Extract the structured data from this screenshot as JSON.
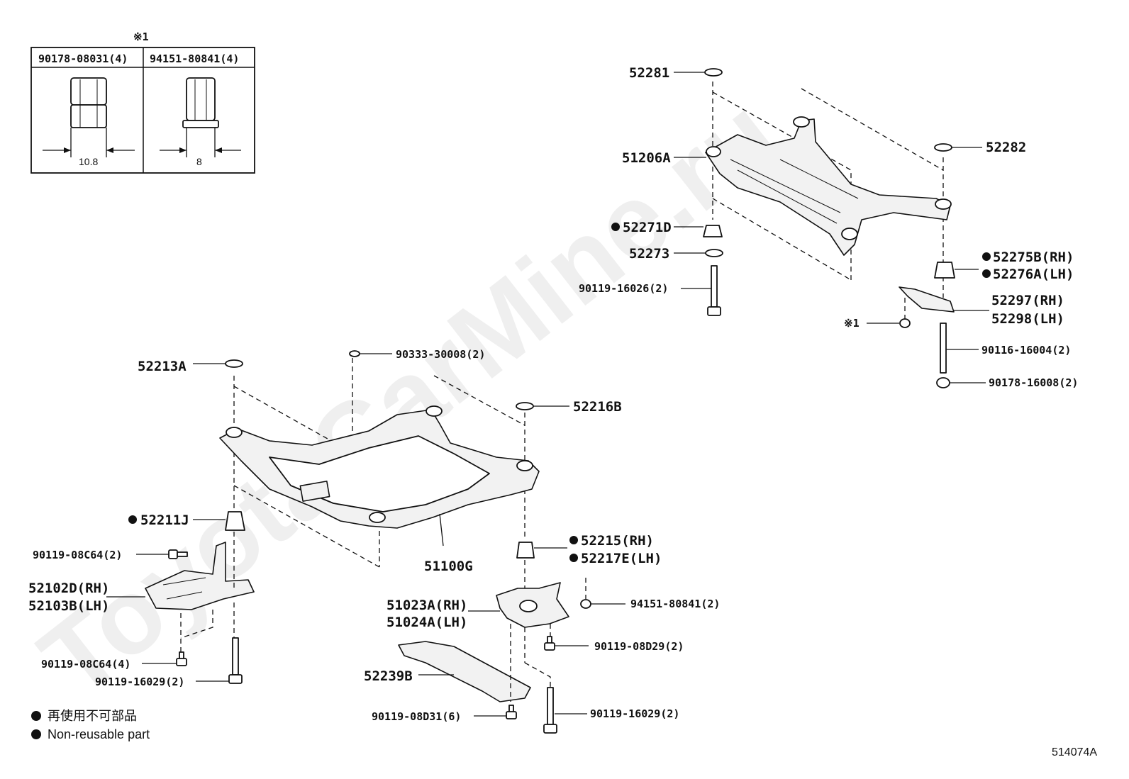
{
  "watermark": "ToyotaCarMine.ru",
  "note_mark": "※1",
  "fastener_table": {
    "col1_header": "90178-08031(4)",
    "col2_header": "94151-80841(4)",
    "col1_dim": "10.8",
    "col2_dim": "8"
  },
  "labels": {
    "p52281": "52281",
    "p51206A": "51206A",
    "p52282": "52282",
    "p52271D": "52271D",
    "p52273": "52273",
    "p90119_16026": "90119-16026(2)",
    "p52275B": "52275B(RH)",
    "p52276A": "52276A(LH)",
    "p52297": "52297(RH)",
    "p52298": "52298(LH)",
    "note1": "※1",
    "p90116_16004": "90116-16004(2)",
    "p90178_16008": "90178-16008(2)",
    "p52213A": "52213A",
    "p90333_30008": "90333-30008(2)",
    "p52216B": "52216B",
    "p52211J": "52211J",
    "p90119_08C64_2": "90119-08C64(2)",
    "p51100G": "51100G",
    "p52215": "52215(RH)",
    "p52217E": "52217E(LH)",
    "p52102D": "52102D(RH)",
    "p52103B": "52103B(LH)",
    "p51023A": "51023A(RH)",
    "p51024A": "51024A(LH)",
    "p94151_80841_2": "94151-80841(2)",
    "p90119_08D29": "90119-08D29(2)",
    "p90119_08C64_4": "90119-08C64(4)",
    "p90119_16029_left": "90119-16029(2)",
    "p52239B": "52239B",
    "p90119_08D31": "90119-08D31(6)",
    "p90119_16029_right": "90119-16029(2)"
  },
  "legend": {
    "jp": "再使用不可部品",
    "en": "Non-reusable part"
  },
  "figure_id": "514074A"
}
